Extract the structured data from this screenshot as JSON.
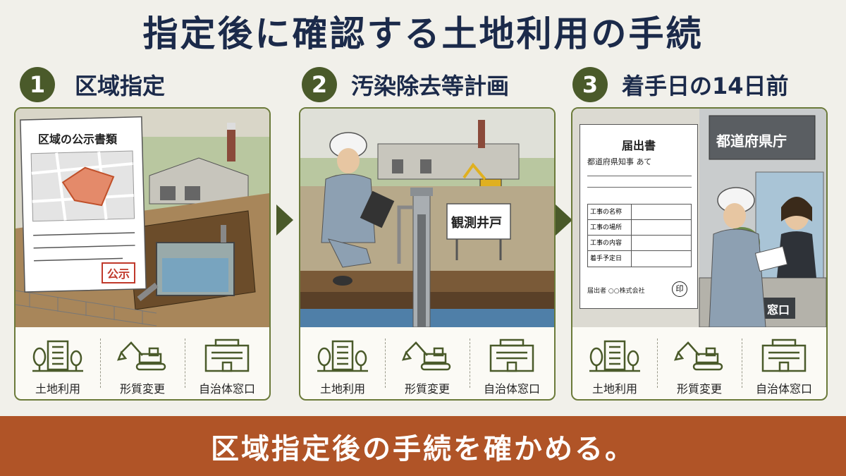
{
  "title": "指定後に確認する土地利用の手続",
  "steps": [
    {
      "num": "1",
      "label": "区域指定"
    },
    {
      "num": "2",
      "label": "汚染除去等計画"
    },
    {
      "num": "3",
      "label": "着手日の14日前"
    }
  ],
  "panel1": {
    "doc_title": "区域の公示書類",
    "stamp": "公示"
  },
  "panel2": {
    "sign": "観測井戸"
  },
  "panel3": {
    "form_title": "届出書",
    "addressee": "都道府県知事 あて",
    "rows": [
      "工事の名称",
      "工事の場所",
      "工事の内容",
      "着手予定日"
    ],
    "submitter": "届出者 ○○株式会社",
    "seal": "印",
    "office_sign": "都道府県庁",
    "window_sign": "窓口"
  },
  "icon_labels": [
    "土地利用",
    "形質変更",
    "自治体窓口"
  ],
  "banner": "区域指定後の手続を確かめる。",
  "colors": {
    "title": "#1b2a4a",
    "accent_green": "#4a5a2a",
    "banner": "#b05427",
    "background": "#f1f0ea"
  }
}
